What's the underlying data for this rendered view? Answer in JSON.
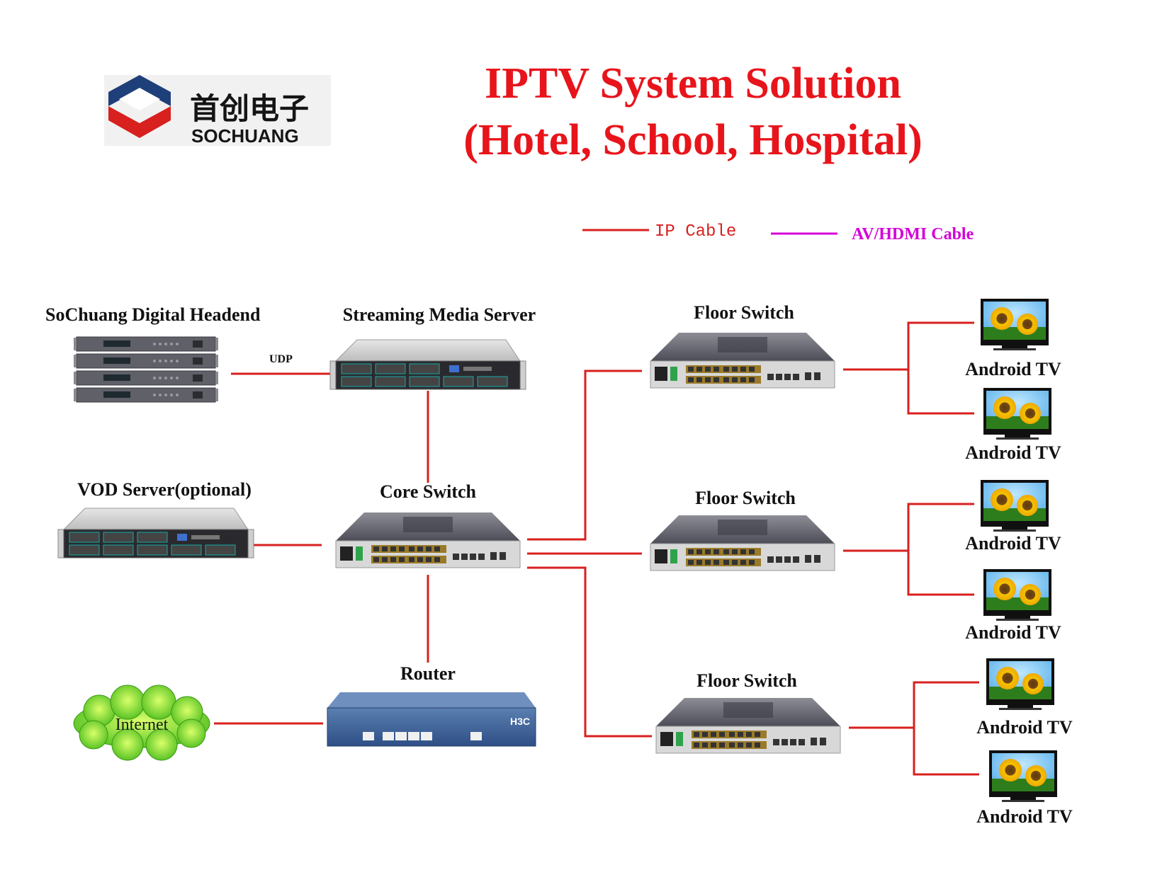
{
  "brand": {
    "name_cn": "首创电子",
    "name_en": "SOCHUANG"
  },
  "title": {
    "line1": "IPTV System Solution",
    "line2": "(Hotel, School, Hospital)"
  },
  "legend": {
    "ip_cable": "IP Cable",
    "av_cable": "AV/HDMI Cable",
    "ip_color": "#d8201f",
    "av_color": "#d400d6"
  },
  "nodes": {
    "headend": "SoChuang Digital Headend",
    "streaming_server": "Streaming Media Server",
    "vod_server": "VOD Server(optional)",
    "core_switch": "Core Switch",
    "router": "Router",
    "internet": "Internet",
    "floor_switch_1": "Floor Switch",
    "floor_switch_2": "Floor Switch",
    "floor_switch_3": "Floor Switch"
  },
  "edge_labels": {
    "udp": "UDP"
  },
  "tvs": [
    {
      "label": "Android TV"
    },
    {
      "label": "Android TV"
    },
    {
      "label": "Android TV"
    },
    {
      "label": "Android TV"
    },
    {
      "label": "Android TV"
    },
    {
      "label": "Android TV"
    }
  ],
  "router_brand": "H3C"
}
